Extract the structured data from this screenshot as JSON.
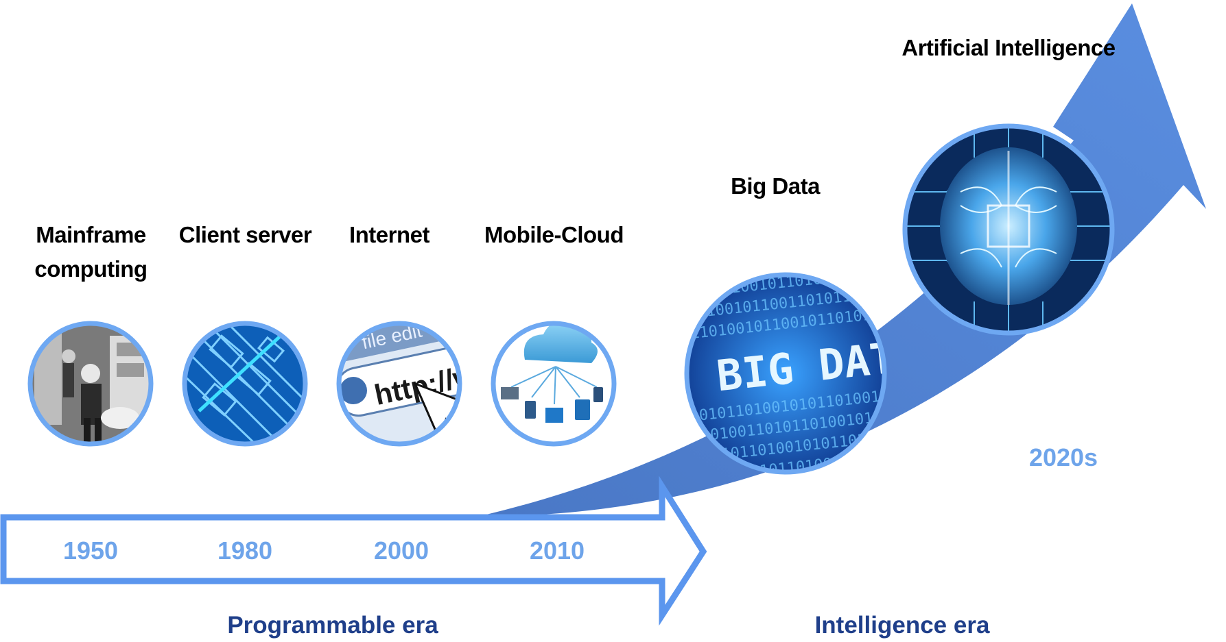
{
  "milestones": [
    {
      "label_line1": "Mainframe",
      "label_line2": "computing",
      "year": "1950"
    },
    {
      "label_line1": "Client server",
      "label_line2": "",
      "year": "1980"
    },
    {
      "label_line1": "Internet",
      "label_line2": "",
      "year": "2000"
    },
    {
      "label_line1": "Mobile-Cloud",
      "label_line2": "",
      "year": "2010"
    },
    {
      "label_line1": "Big Data",
      "label_line2": "",
      "year": ""
    },
    {
      "label_line1": "Artificial Intelligence",
      "label_line2": "",
      "year": "2020s"
    }
  ],
  "big_data_text": "BIG DATA",
  "internet_text": "http://www",
  "internet_menu_text": "file   edit",
  "eras": {
    "programmable": "Programmable era",
    "intelligence": "Intelligence era"
  },
  "colors": {
    "arrow_blue": "#4f7fcf",
    "arrow_outline": "#5b96ee",
    "year_blue": "#6ea4ea",
    "era_blue": "#1f3f8a",
    "circle_border": "#6ea8f2"
  }
}
